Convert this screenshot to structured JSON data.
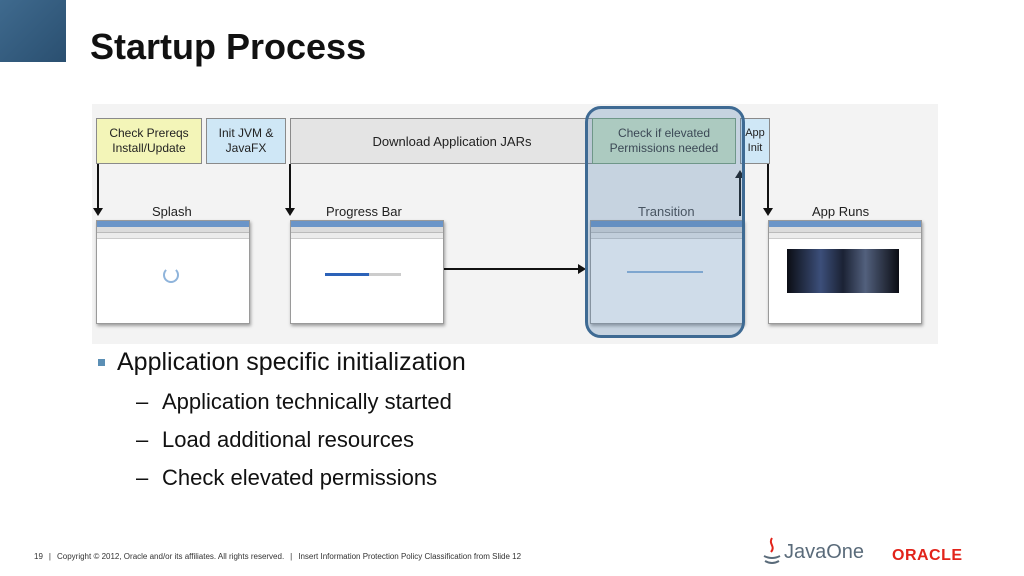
{
  "slide": {
    "title": "Startup Process",
    "accent_color": "#325b7e"
  },
  "diagram": {
    "phases": {
      "check_prereqs": "Check Prereqs\nInstall/Update",
      "init_jvm": "Init JVM &\nJavaFX",
      "download": "Download Application JARs",
      "check_elevated": "Check if elevated\nPermissions needed",
      "app_init": "App\nInit"
    },
    "screens": {
      "splash": "Splash",
      "progress": "Progress Bar",
      "transition": "Transition",
      "app_runs": "App Runs"
    }
  },
  "bullets": {
    "main": "Application specific initialization",
    "sub": [
      "Application technically started",
      "Load additional resources",
      "Check elevated permissions"
    ]
  },
  "footer": {
    "page": "19",
    "copyright": "Copyright © 2012, Oracle and/or its affiliates. All rights reserved.",
    "classification": "Insert Information Protection Policy Classification from Slide 12"
  },
  "brand": {
    "javaone": "JavaOne",
    "oracle": "ORACLE"
  }
}
